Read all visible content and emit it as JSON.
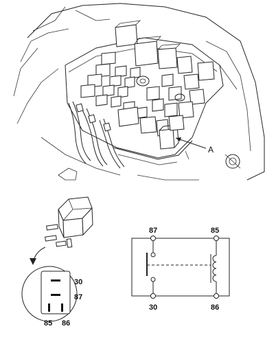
{
  "callout": {
    "label": "A"
  },
  "socket": {
    "pins": [
      "30",
      "87",
      "85",
      "86"
    ]
  },
  "schematic": {
    "terminals": [
      "87",
      "85",
      "30",
      "86"
    ]
  }
}
